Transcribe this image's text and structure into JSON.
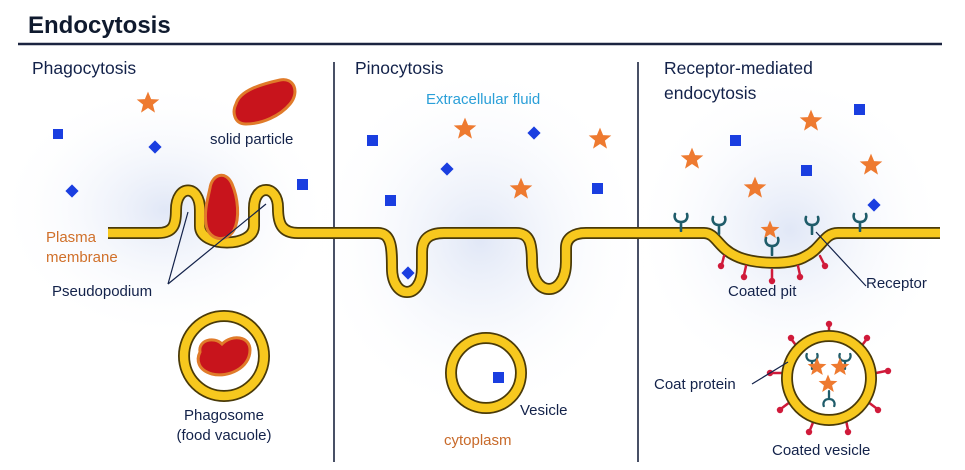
{
  "title": "Endocytosis",
  "panels": {
    "phagocytosis": {
      "heading": "Phagocytosis",
      "solid_particle": "solid particle",
      "plasma_line1": "Plasma",
      "plasma_line2": "membrane",
      "pseudopodium": "Pseudopodium",
      "phagosome_line1": "Phagosome",
      "phagosome_line2": "(food vacuole)"
    },
    "pinocytosis": {
      "heading": "Pinocytosis",
      "extracellular": "Extracellular fluid",
      "vesicle": "Vesicle",
      "cytoplasm": "cytoplasm"
    },
    "receptor": {
      "heading_line1": "Receptor-mediated",
      "heading_line2": "endocytosis",
      "coated_pit": "Coated pit",
      "receptor": "Receptor",
      "coat_protein": "Coat protein",
      "coated_vesicle": "Coated vesicle"
    }
  },
  "colors": {
    "title": "#0f1a2e",
    "text": "#13224a",
    "membrane_fill": "#f7c81e",
    "membrane_edge": "#4a3a08",
    "particle": "#c8141c",
    "particle_edge": "#e07b2a",
    "molecule": "#1a3ee0",
    "star": "#ee7a30",
    "plasma_label": "#d0702a",
    "extracellular": "#2a9fd8",
    "cytoplasm": "#c86a2a",
    "receptor": "#1f5c6a",
    "coat": "#d01a3a"
  }
}
